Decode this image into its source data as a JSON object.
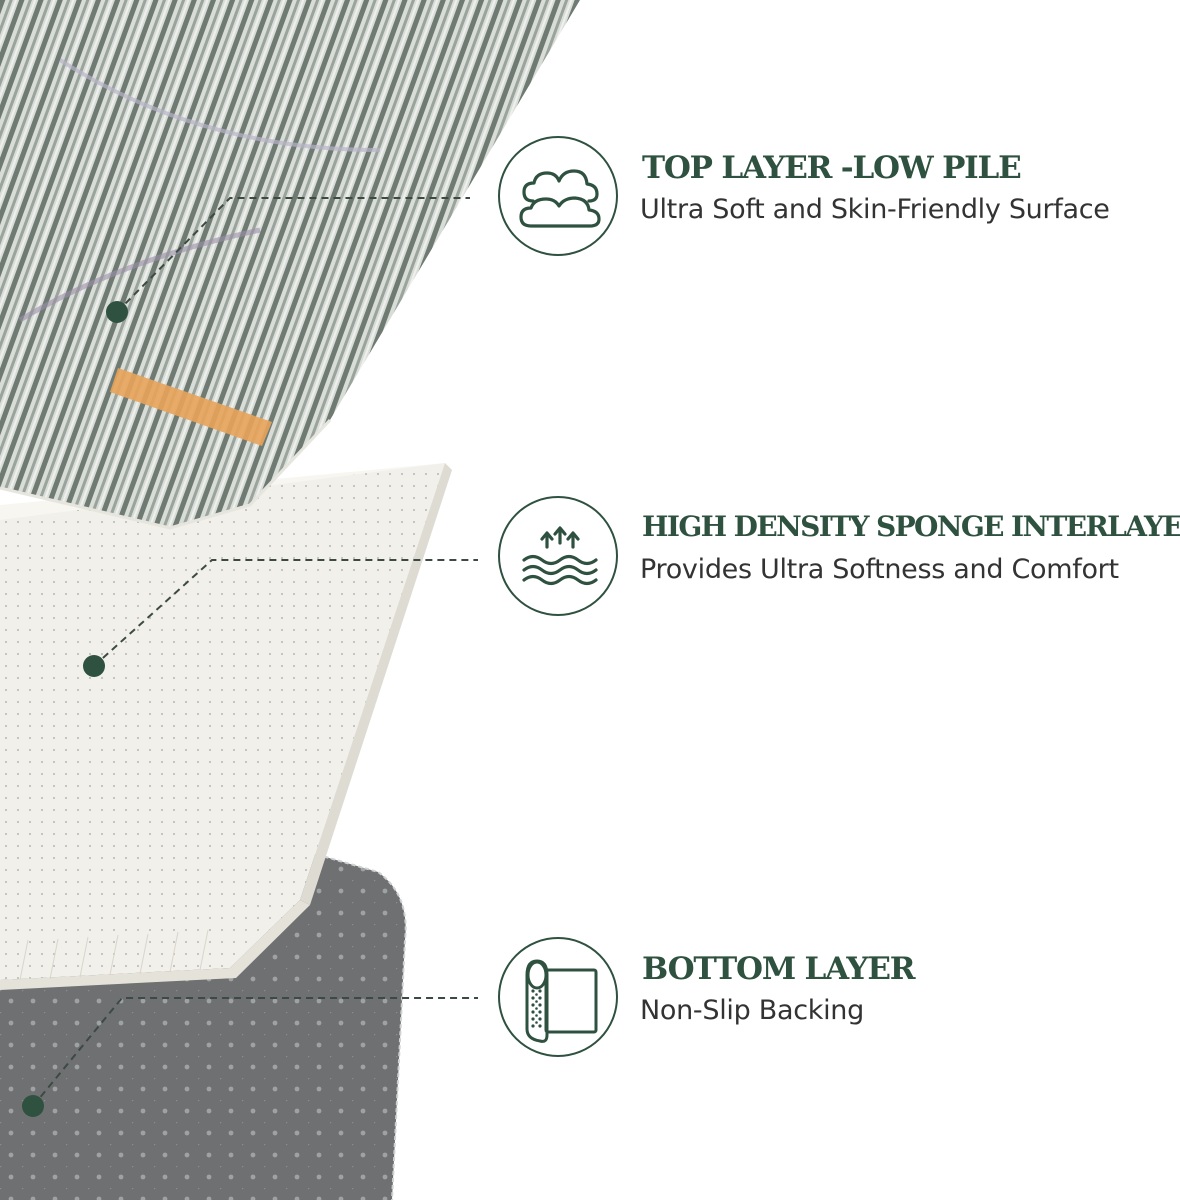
{
  "colors": {
    "accent": "#2f5140",
    "top_layer": "#b9bfbb",
    "sponge_layer": "#f1f0ea",
    "bottom_layer": "#6e7072",
    "stripe_orange": "#e8a35a"
  },
  "layers": [
    {
      "id": "top",
      "icon": "cloud-icon",
      "title": "TOP LAYER -LOW PILE",
      "description": "Ultra Soft and Skin-Friendly Surface"
    },
    {
      "id": "middle",
      "icon": "sponge-waves-icon",
      "title": "HIGH DENSITY SPONGE INTERLAYER",
      "description": "Provides Ultra Softness and Comfort"
    },
    {
      "id": "bottom",
      "icon": "rolled-backing-icon",
      "title": "BOTTOM LAYER",
      "description": "Non-Slip Backing"
    }
  ]
}
